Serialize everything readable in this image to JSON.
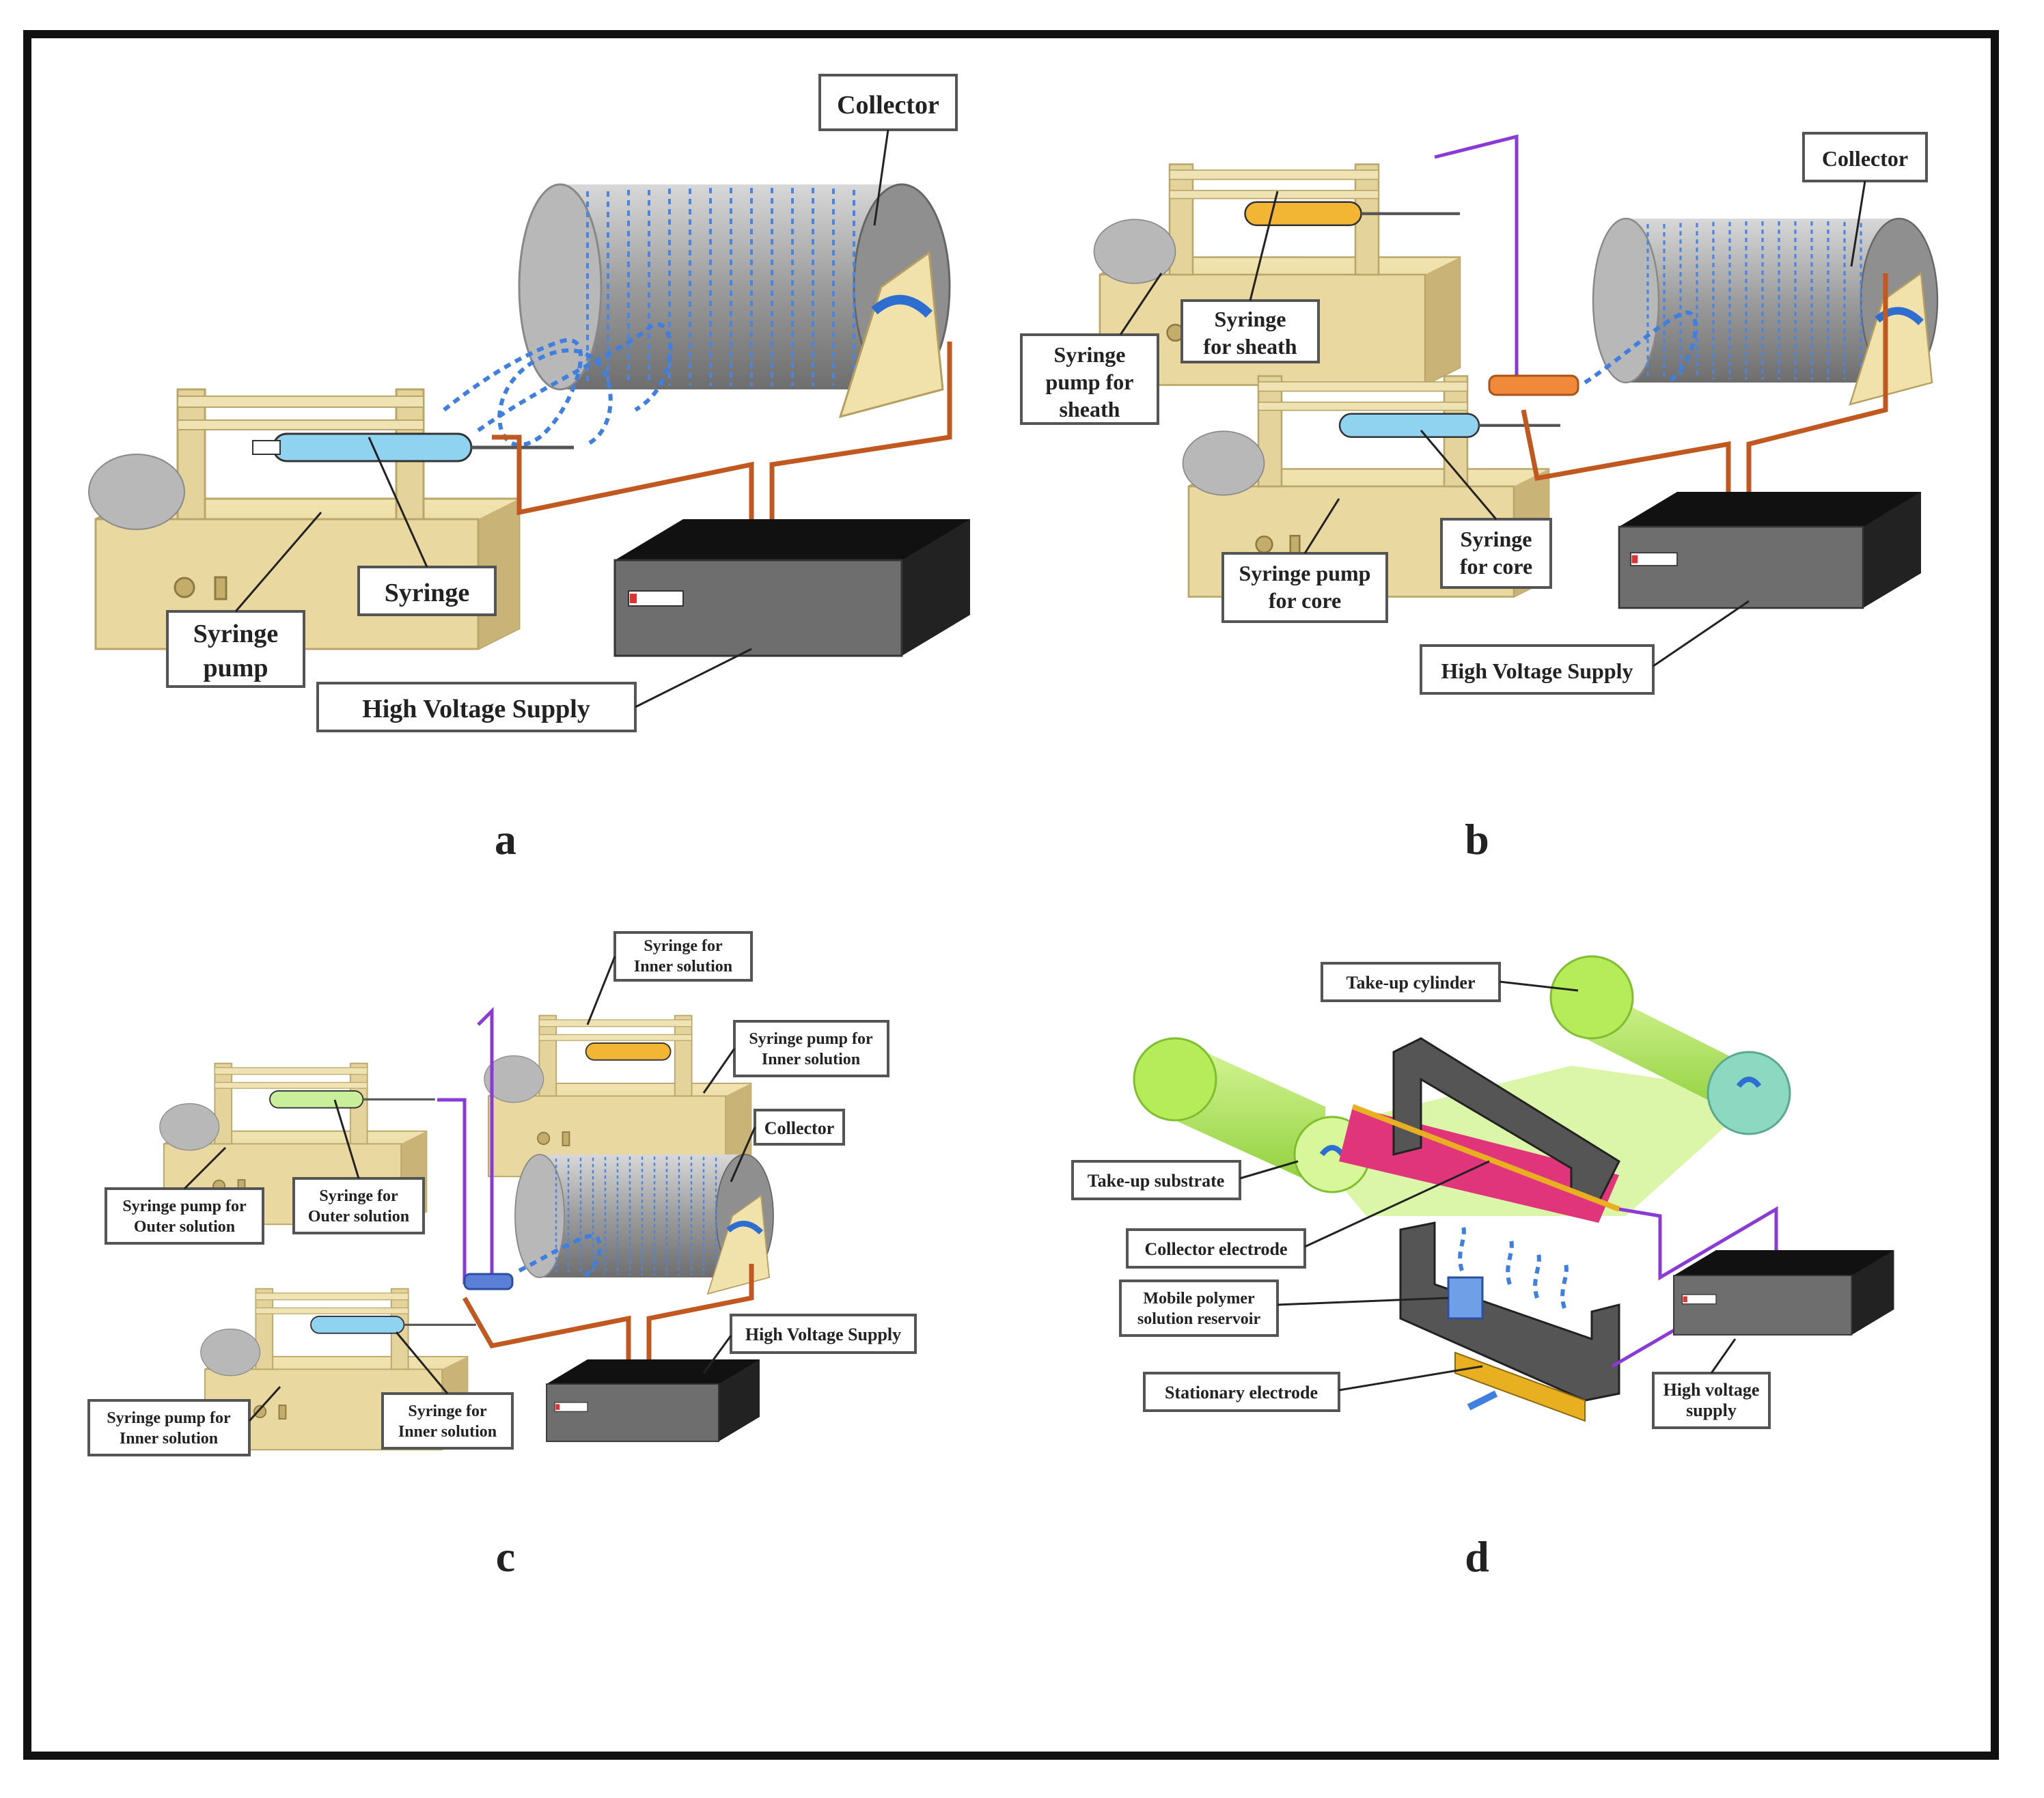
{
  "panels": {
    "a": {
      "caption": "a",
      "labels": {
        "collector": "Collector",
        "syringe": "Syringe",
        "syringe_pump_1": "Syringe",
        "syringe_pump_2": "pump",
        "hv": "High Voltage Supply"
      }
    },
    "b": {
      "caption": "b",
      "labels": {
        "collector": "Collector",
        "pump_sheath_1": "Syringe",
        "pump_sheath_2": "pump for",
        "pump_sheath_3": "sheath",
        "syr_sheath_1": "Syringe",
        "syr_sheath_2": "for sheath",
        "pump_core_1": "Syringe pump",
        "pump_core_2": "for core",
        "syr_core_1": "Syringe",
        "syr_core_2": "for core",
        "hv": "High Voltage Supply"
      }
    },
    "c": {
      "caption": "c",
      "labels": {
        "syr_inner_top_1": "Syringe for",
        "syr_inner_top_2": "Inner solution",
        "pump_inner_top_1": "Syringe pump for",
        "pump_inner_top_2": "Inner solution",
        "collector": "Collector",
        "pump_outer_1": "Syringe pump for",
        "pump_outer_2": "Outer solution",
        "syr_outer_1": "Syringe for",
        "syr_outer_2": "Outer solution",
        "hv": "High Voltage Supply",
        "pump_inner_bot_1": "Syringe pump for",
        "pump_inner_bot_2": "Inner solution",
        "syr_inner_bot_1": "Syringe for",
        "syr_inner_bot_2": "Inner solution"
      }
    },
    "d": {
      "caption": "d",
      "labels": {
        "takeup_cyl": "Take-up cylinder",
        "takeup_sub": "Take-up substrate",
        "collector_el": "Collector electrode",
        "mobile_1": "Mobile polymer",
        "mobile_2": "solution reservoir",
        "stationary": "Stationary electrode",
        "hv_1": "High voltage",
        "hv_2": "supply"
      }
    }
  },
  "colors": {
    "pump_body": "#e6d59a",
    "syringe_blue": "#8fd3f0",
    "syringe_orange": "#f2b534",
    "syringe_green": "#c9ef9a",
    "collector_drum": "#a9a9a9",
    "fiber": "#3f7fe0",
    "wire": "#c0581f",
    "wire_purple": "#8a3bd6",
    "hv_box": "#111111",
    "film_green": "#b6ec5a",
    "film_pink": "#e0357a"
  }
}
